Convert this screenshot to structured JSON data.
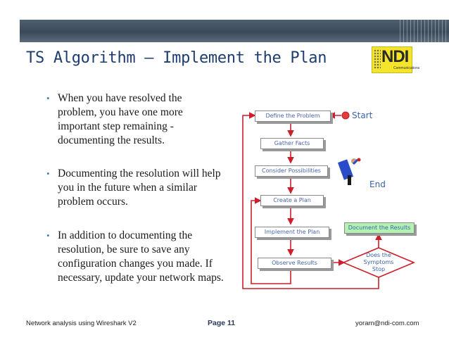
{
  "slide": {
    "title": "TS Algorithm – Implement the Plan"
  },
  "logo": {
    "text": "NDI",
    "subtext": "Communications"
  },
  "bullets": [
    "When you have resolved the problem, you have one more important step remaining - documenting the results.",
    "Documenting the resolution will help you in the future when a similar problem occurs.",
    "In addition to documenting the resolution, be sure to save any configuration changes you made. If necessary, update your network maps."
  ],
  "flowchart": {
    "start_label": "Start",
    "end_label": "End",
    "steps": [
      "Define the Problem",
      "Gather Facts",
      "Consider Possibilities",
      "Create a Plan",
      "Implement the Plan",
      "Observe Results"
    ],
    "decision": {
      "line1": "Does the",
      "line2": "Symptoms",
      "line3": "Stop"
    },
    "result_step": "Document the Results"
  },
  "footer": {
    "left": "Network analysis using Wireshark V2",
    "page": "Page 11",
    "email": "yoram@ndi-com.com"
  },
  "colors": {
    "title": "#1d3d70",
    "arrow": "#cc1f2a",
    "box_text": "#4a64a8",
    "result_box_fill": "#b4f2b4",
    "logo_fill": "#f4e42b"
  }
}
